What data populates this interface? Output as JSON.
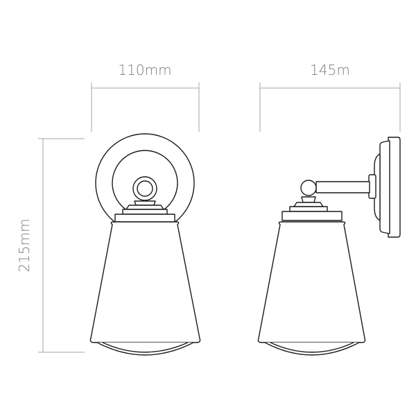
{
  "dimensions": {
    "front_width": "110mm",
    "side_depth": "145m",
    "height": "215mm"
  },
  "colors": {
    "dimension_line": "#a6a6a6",
    "dimension_text": "#7a7a7a",
    "outline": "#1a1a1a",
    "background": "#ffffff"
  }
}
